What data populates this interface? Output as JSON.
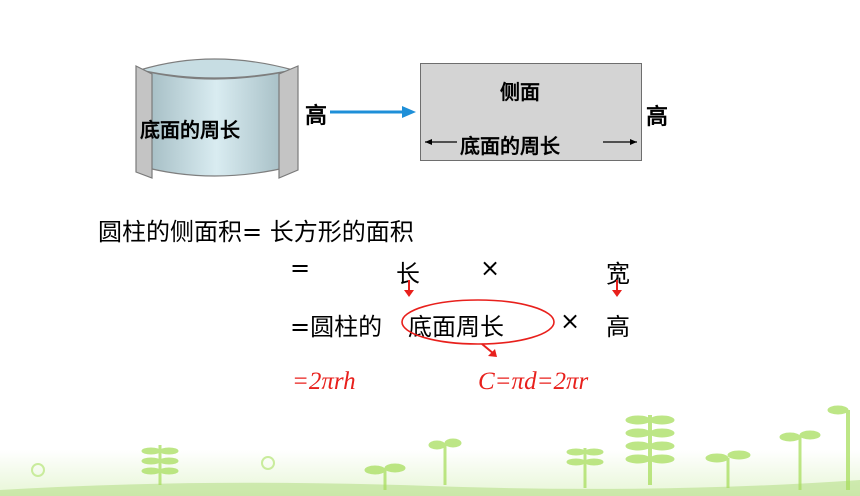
{
  "cylinder": {
    "label": "底面的周长",
    "height_label": "高"
  },
  "rectangle": {
    "title": "侧面",
    "width_label": "底面的周长",
    "height_label": "高"
  },
  "formula": {
    "line1": "圆柱的侧面积= 长方形的面积",
    "eq2": "=",
    "chang": "长",
    "times1": "×",
    "kuan": "宽",
    "line3_prefix": "=圆柱的",
    "line3_circled": "底面周长",
    "times2": "×",
    "gao": "高"
  },
  "red_notes": {
    "left": "=2πrh",
    "right": "C=πd=2πr"
  },
  "colors": {
    "arrow_blue": "#1e8fd8",
    "red": "#e8201c",
    "grass": "#9ad94a",
    "cylinder_fill": "#b9d7df"
  }
}
